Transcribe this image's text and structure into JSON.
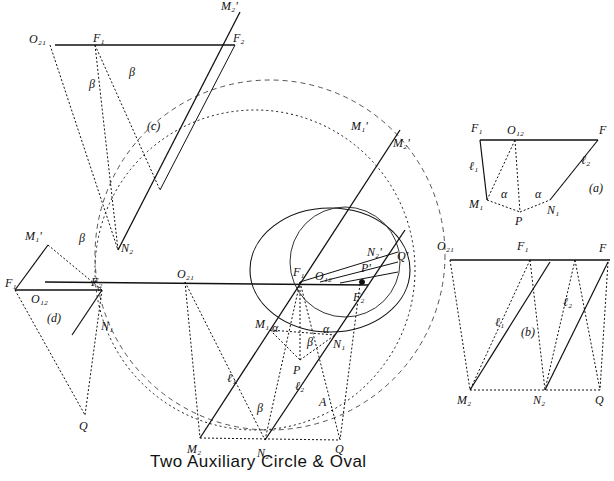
{
  "diagram": {
    "caption": "Two Auxiliary Circle & Oval",
    "labels": [
      "O₂₁",
      "F₁",
      "O₁₂",
      "F₂",
      "M₁",
      "ℓ₁",
      "M₂",
      "N₂",
      "β",
      "ℓ₂",
      "N₁",
      "P",
      "Q",
      "A",
      "α",
      "α",
      "β",
      "M₁'",
      "M₂'",
      "N₂'",
      "P'",
      "Q'",
      "M₂'",
      "O₂₁",
      "F₁",
      "F₂",
      "(c)",
      "β",
      "β",
      "N₂",
      "β",
      "M₁'",
      "F₁",
      "O₁₂",
      "F₂",
      "(d)",
      "N₁",
      "Q",
      "F₁",
      "O₁₂",
      "F",
      "ℓ₁",
      "ℓ₂",
      "M₁",
      "P",
      "N₁",
      "α",
      "α",
      "(a)",
      "O₂₁",
      "F₁",
      "F",
      "ℓ₁",
      "ℓ₂",
      "M₂",
      "N₂",
      "Q",
      "(b)"
    ]
  }
}
